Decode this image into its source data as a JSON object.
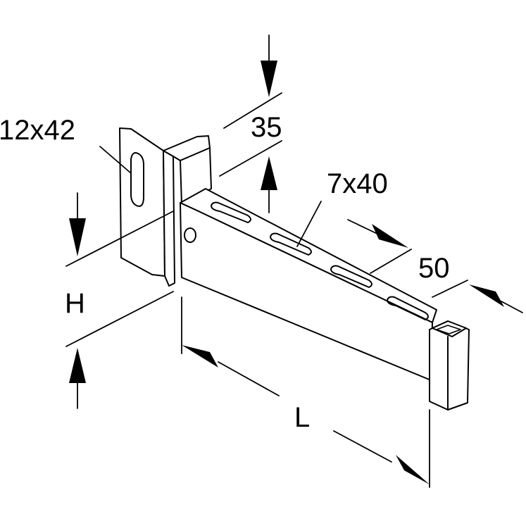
{
  "dimensions": {
    "slot_bracket": "12x42",
    "flange_height": "35",
    "slot_arm": "7x40",
    "arm_width": "50",
    "height": "H",
    "length": "L"
  },
  "colors": {
    "line": "#000000",
    "background": "#ffffff"
  }
}
